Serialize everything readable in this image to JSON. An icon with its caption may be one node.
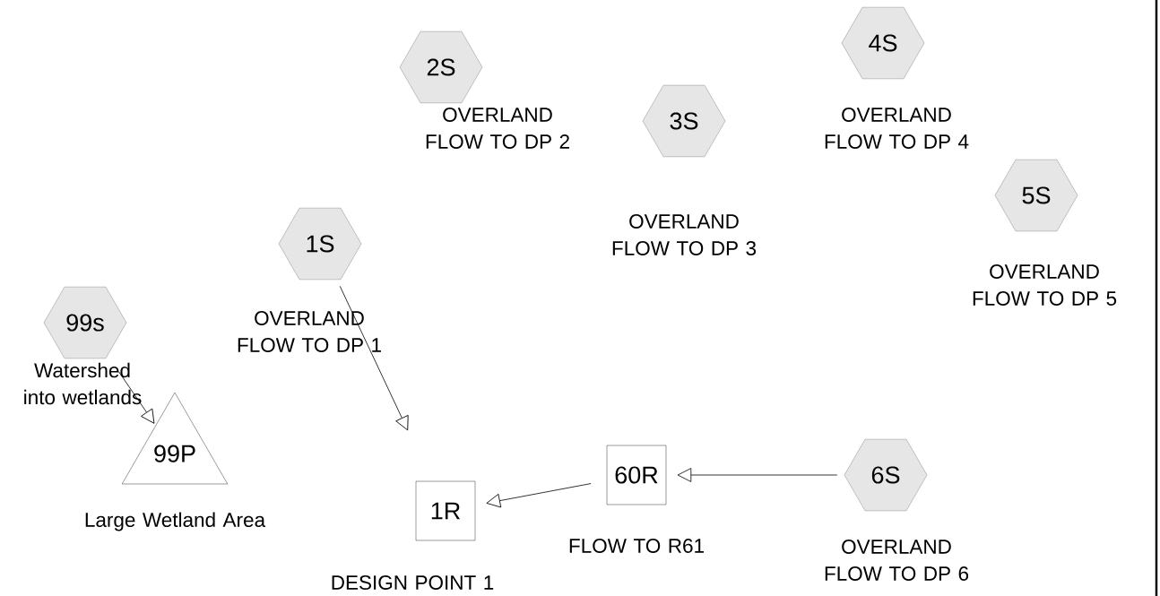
{
  "diagram": {
    "nodes": [
      {
        "text": [
          "2S"
        ],
        "beside": [
          "OVERLAND FLOW TO DP 2"
        ]
      },
      {
        "text": [
          "4S"
        ],
        "beside": [
          "OVERLAND FLOW TO DP 4"
        ]
      },
      {
        "text": [
          "3S"
        ],
        "beside": [
          "OVERLAND FLOW TO DP 3"
        ]
      },
      {
        "text": [
          "5S"
        ],
        "beside": [
          "OVERLAND FLOW TO DP 5"
        ]
      },
      {
        "text": [
          "1S"
        ],
        "beside": [
          "OVERLAND FLOW TO DP 1"
        ]
      },
      {
        "text": [
          "99s"
        ],
        "beside": [
          "Watershed into wetlands"
        ]
      },
      {
        "text": [
          "99P"
        ],
        "beside": [
          "Large Wetland Area"
        ]
      },
      {
        "text": [
          "60R"
        ],
        "beside": [
          "FLOW TO R61"
        ]
      },
      {
        "text": [
          "6S"
        ],
        "beside": [
          "OVERLAND FLOW TO DP 6"
        ]
      },
      {
        "text": [
          "1R"
        ],
        "beside": [
          "DESIGN POINT 1"
        ]
      }
    ],
    "edges": [
      {
        "from": 5,
        "to": 6,
        "arrow": "to"
      },
      {
        "from": 4,
        "to": 9,
        "arrow": "to"
      },
      {
        "from": 8,
        "to": 7,
        "arrow": "to"
      },
      {
        "from": 7,
        "to": 9,
        "arrow": "to"
      }
    ]
  }
}
